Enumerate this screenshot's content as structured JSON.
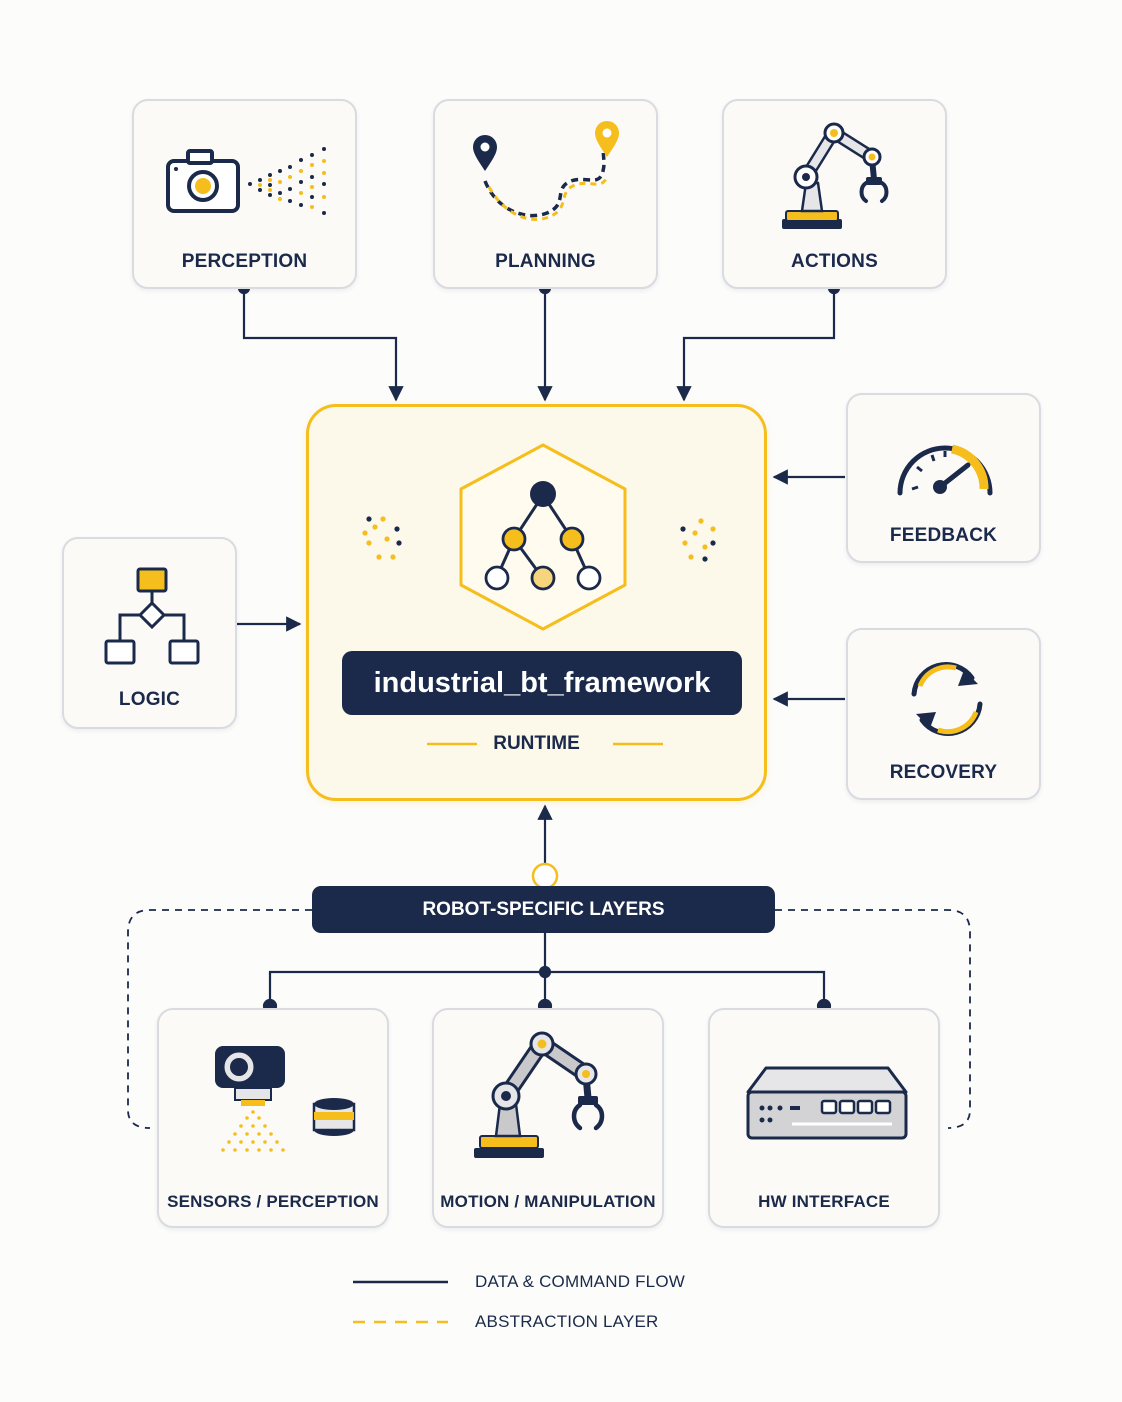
{
  "top_modules": {
    "perception": "PERCEPTION",
    "planning": "PLANNING",
    "actions": "ACTIONS"
  },
  "side_modules": {
    "logic": "LOGIC",
    "feedback": "FEEDBACK",
    "recovery": "RECOVERY"
  },
  "core": {
    "framework_name": "industrial_bt_framework",
    "subtitle": "RUNTIME"
  },
  "layers": {
    "title": "ROBOT-SPECIFIC LAYERS",
    "items": [
      "SENSORS / PERCEPTION",
      "MOTION / MANIPULATION",
      "HW INTERFACE"
    ]
  },
  "legend": {
    "solid": "DATA & COMMAND FLOW",
    "dashed": "ABSTRACTION LAYER"
  },
  "colors": {
    "navy": "#1b2a4a",
    "accent": "#f5be1c",
    "card_border": "#d9dbe0"
  },
  "icons": [
    "camera-icon",
    "route-icon",
    "robot-arm-icon",
    "gauge-icon",
    "recycle-arrows-icon",
    "flowchart-icon",
    "behavior-tree-icon",
    "sensor-camera-icon",
    "lidar-icon",
    "network-switch-icon"
  ]
}
